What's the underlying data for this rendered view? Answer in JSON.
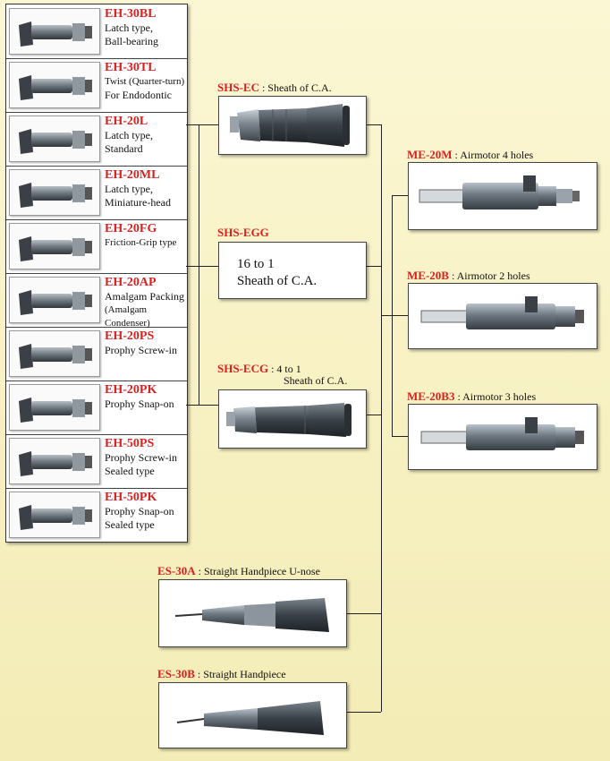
{
  "heads": [
    {
      "code": "EH-30BL",
      "lines": [
        "Latch type,",
        "Ball-bearing"
      ]
    },
    {
      "code": "EH-30TL",
      "lines": [
        "Twist (Quarter-turn)",
        "For Endodontic"
      ]
    },
    {
      "code": "EH-20L",
      "lines": [
        "Latch type,",
        "Standard"
      ]
    },
    {
      "code": "EH-20ML",
      "lines": [
        "Latch type,",
        "Miniature-head"
      ]
    },
    {
      "code": "EH-20FG",
      "lines": [
        "Friction-Grip type",
        ""
      ]
    },
    {
      "code": "EH-20AP",
      "lines": [
        "Amalgam Packing",
        "(Amalgam Condenser)"
      ]
    },
    {
      "code": "EH-20PS",
      "lines": [
        "Prophy Screw-in",
        ""
      ]
    },
    {
      "code": "EH-20PK",
      "lines": [
        "Prophy Snap-on",
        ""
      ]
    },
    {
      "code": "EH-50PS",
      "lines": [
        "Prophy Screw-in",
        "Sealed type"
      ]
    },
    {
      "code": "EH-50PK",
      "lines": [
        "Prophy Snap-on",
        "Sealed type"
      ]
    }
  ],
  "sheaths": {
    "ec": {
      "code": "SHS-EC",
      "desc": ": Sheath of  C.A."
    },
    "egg": {
      "code": "SHS-EGG",
      "box_line1": "16 to 1",
      "box_line2": "Sheath of  C.A."
    },
    "ecg": {
      "code": "SHS-ECG",
      "desc": ": 4 to 1",
      "desc2": "Sheath of  C.A."
    }
  },
  "motors": [
    {
      "code": "ME-20M",
      "desc": ": Airmotor 4 holes"
    },
    {
      "code": "ME-20B",
      "desc": ": Airmotor 2 holes"
    },
    {
      "code": "ME-20B3",
      "desc": ": Airmotor 3 holes"
    }
  ],
  "straight": [
    {
      "code": "ES-30A",
      "desc": ": Straight Handpiece U-nose"
    },
    {
      "code": "ES-30B",
      "desc": ": Straight Handpiece"
    }
  ],
  "colors": {
    "code": "#d8221f",
    "background": "#f8f2c6",
    "metal": "#6d7680",
    "dark": "#2c3136"
  }
}
